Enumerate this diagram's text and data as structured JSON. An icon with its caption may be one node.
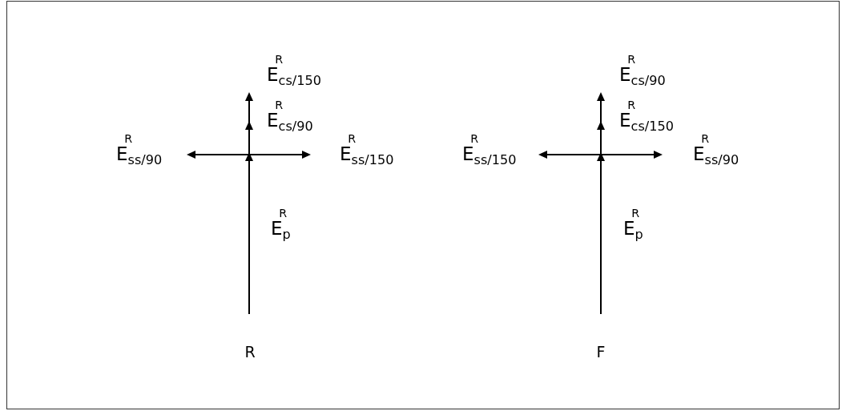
{
  "diagram": {
    "labels": [
      "E$_{cs/150}$$^{R}$",
      "E$_{cs/90}$$^{R}$",
      "E$_{ss/90}$$^{R}$",
      "E$_{ss/150}$$^{R}$",
      "E$_{p}$$^{R}$",
      "E$_{cs/90}$$^{R}$",
      "E$_{cs/150}$$^{R}$",
      "E$_{ss/150}$$^{R}$",
      "E$_{ss/90}$$^{R}$",
      "E$_{p}$$^{R}$",
      "R",
      "F"
    ]
  }
}
